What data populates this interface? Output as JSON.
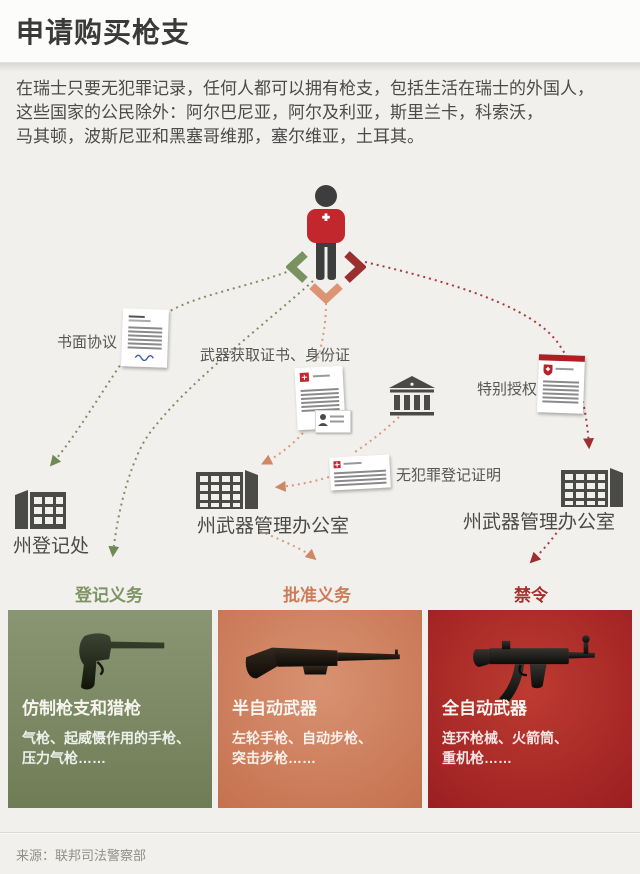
{
  "header": {
    "title": "申请购买枪支"
  },
  "intro": "在瑞士只要无犯罪记录，任何人都可以拥有枪支，包括生活在瑞士的外国人，\n这些国家的公民除外：阿尔巴尼亚，阿尔及利亚，斯里兰卡，科索沃，\n马其顿，波斯尼亚和黑塞哥维那，塞尔维亚，土耳其。",
  "flow": {
    "doc_labels": {
      "written_agreement": "书面协议",
      "acquisition_cert": "武器获取证书、身份证",
      "special_authorization": "特别授权",
      "no_criminal_record": "无犯罪登记证明"
    },
    "offices": {
      "registry": "州登记处",
      "weapons_office_center": "州武器管理办公室",
      "weapons_office_right": "州武器管理办公室"
    },
    "outcomes": {
      "registration": {
        "label": "登记义务",
        "color": "#7f9464"
      },
      "approval": {
        "label": "批准义务",
        "color": "#ce7c58"
      },
      "ban": {
        "label": "禁令",
        "color": "#a72e2c"
      }
    }
  },
  "categories": [
    {
      "title": "仿制枪支和猎枪",
      "desc": "气枪、起威慑作用的手枪、\n压力气枪……",
      "bg": "#7d8a62"
    },
    {
      "title": "半自动武器",
      "desc": "左轮手枪、自动步枪、\n突击步枪……",
      "bg": "#cd7f5e"
    },
    {
      "title": "全自动武器",
      "desc": "连环枪械、火箭筒、\n重机枪……",
      "bg": "#a9282a"
    }
  ],
  "footer": {
    "source": "来源：联邦司法警察部"
  }
}
